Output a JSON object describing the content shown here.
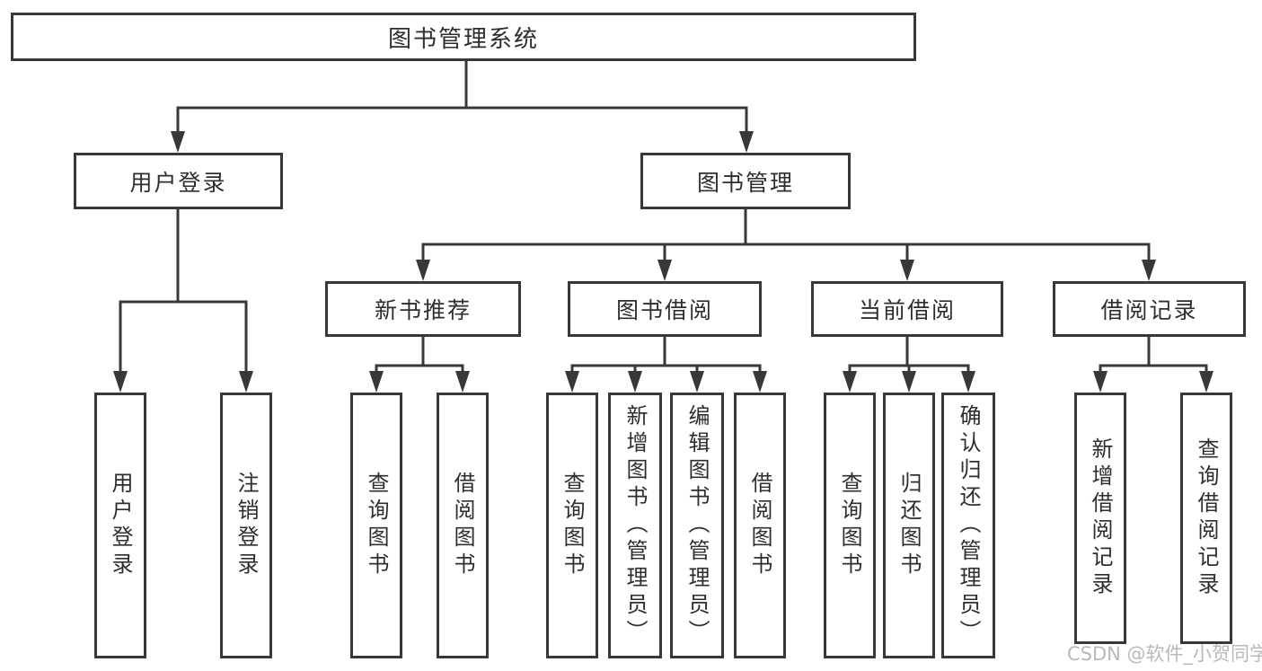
{
  "diagram": {
    "title": "图书管理系统",
    "watermark": "CSDN @软件_小贺同学",
    "branches": {
      "user": {
        "label": "用户登录",
        "children": [
          "用户登录",
          "注销登录"
        ]
      },
      "book": {
        "label": "图书管理",
        "sections": [
          {
            "label": "新书推荐",
            "children": [
              "查询图书",
              "借阅图书"
            ]
          },
          {
            "label": "图书借阅",
            "children": [
              "查询图书",
              "新增图书（管理员）",
              "编辑图书（管理员）",
              "借阅图书"
            ]
          },
          {
            "label": "当前借阅",
            "children": [
              "查询图书",
              "归还图书",
              "确认归还（管理员）"
            ]
          },
          {
            "label": "借阅记录",
            "children": [
              "新增借阅记录",
              "查询借阅记录"
            ]
          }
        ]
      }
    },
    "colors": {
      "line": "#383838",
      "text": "#2e2e2e",
      "watermark": "#b9b9b9",
      "background": "#ffffff"
    }
  }
}
